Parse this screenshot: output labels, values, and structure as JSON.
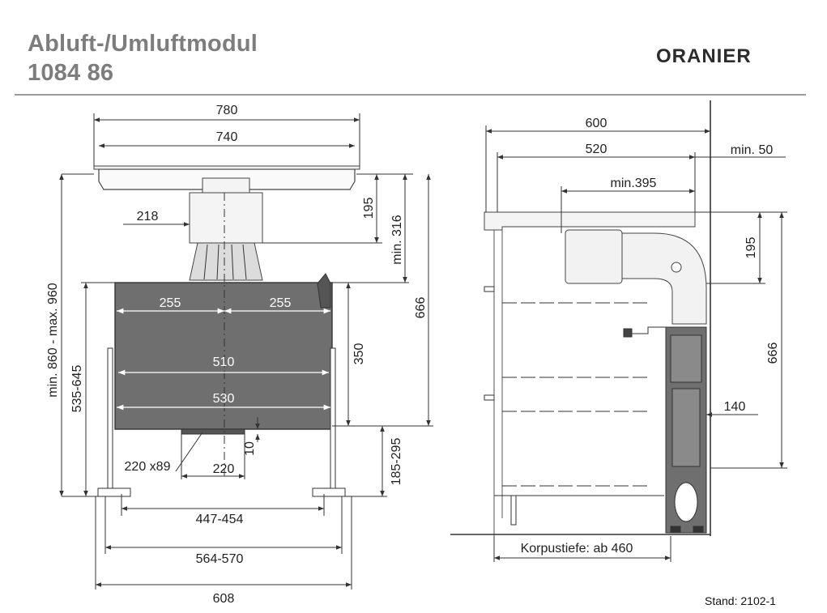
{
  "header": {
    "title_line1": "Abluft-/Umluftmodul",
    "title_line2": "1084 86",
    "brand": "ORANIER"
  },
  "footer": {
    "stand": "Stand: 2102-1"
  },
  "front_view": {
    "dim_780": "780",
    "dim_740": "740",
    "dim_218": "218",
    "dim_195": "195",
    "dim_min316": "min. 316",
    "dim_666": "666",
    "dim_min860_max960": "min. 860 - max. 960",
    "dim_535_645": "535-645",
    "dim_255_left": "255",
    "dim_255_right": "255",
    "dim_510": "510",
    "dim_530": "530",
    "dim_350": "350",
    "dim_220x89": "220 x89",
    "dim_220": "220",
    "dim_10": "10",
    "dim_185_295": "185-295",
    "dim_447_454": "447-454",
    "dim_564_570": "564-570",
    "dim_608": "608"
  },
  "side_view": {
    "dim_600": "600",
    "dim_520": "520",
    "dim_min50": "min. 50",
    "dim_min395": "min.395",
    "dim_195": "195",
    "dim_666": "666",
    "dim_140": "140",
    "korpustiefe": "Korpustiefe: ab 460"
  },
  "colors": {
    "module_body": "#6f6f6f",
    "module_dark": "#4a4a4a",
    "line": "#333333",
    "title": "#7d7d7d"
  }
}
